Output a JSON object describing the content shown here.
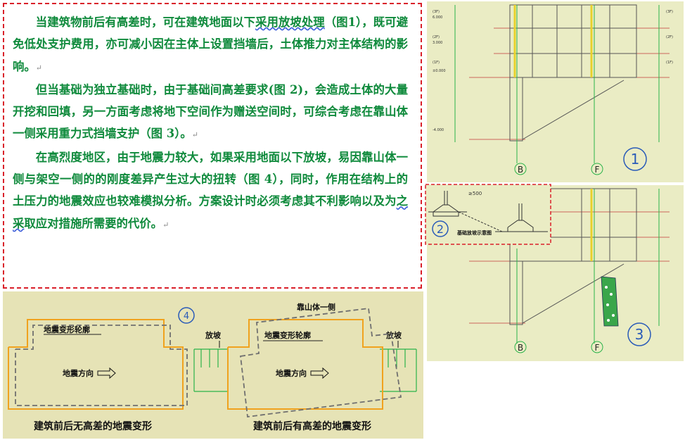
{
  "text": {
    "p1_a": "当建筑物前后有高差时，可在建筑地面以下",
    "p1_u": "采用放坡处理",
    "p1_b": "（图1），既可避免低处支护费用，亦可减小因在主体上设置挡墙后，土体推力对主体结构的影响。",
    "p2": "但当基础为独立基础时，由于基础间高差要求(图 2)，会造成土体的大量开挖和回填，另一方面考虑将地下空间作为赠送空间时，可综合考虑在靠山体一侧采用重力式挡墙支护（图 3）。",
    "p3_a": "在高烈度地区，由于地震力较大，如果采用地面以下放坡，易因靠山体一侧与架空一侧的的刚度差异产生过大的扭转（图 4），同时，作用在结构上的土压力的地震效应也较难模拟分析。方案设计时必须考虑其不利影响以及为",
    "p3_u": "之采",
    "p3_b": "取应对措施所需要的代价。",
    "return_mark": "↵"
  },
  "fig4": {
    "number": "4",
    "left_label": "地震变形轮廓",
    "left_dir": "地震方向",
    "right_label": "地震变形轮廓",
    "right_dir": "地震方向",
    "slope_left": "放坡",
    "slope_right": "放坡",
    "mountain": "靠山体一侧",
    "caption_left": "建筑前后无高差的地震变形",
    "caption_right": "建筑前后有高差的地震变形"
  },
  "fig1": {
    "number": "1",
    "axis_b": "B",
    "axis_f": "F",
    "floors": [
      "(3F)",
      "(2F)",
      "(1F)"
    ],
    "elev": [
      "6.000",
      "3.000",
      "±0.000",
      "-4.000"
    ]
  },
  "fig2": {
    "number": "2",
    "title": "基础放坡示意图",
    "dim": "≥500"
  },
  "fig3": {
    "number": "3",
    "axis_b": "B",
    "axis_f": "F"
  },
  "colors": {
    "text_green": "#0f8a3c",
    "dash_red": "#d9202a",
    "panel_bg": "#eaecc4",
    "fig4_bg": "#e6e3b6",
    "orange": "#f0a21e",
    "grey": "#707070",
    "slope_green": "#2bb34a",
    "blue_circle": "#2a5bb8"
  }
}
